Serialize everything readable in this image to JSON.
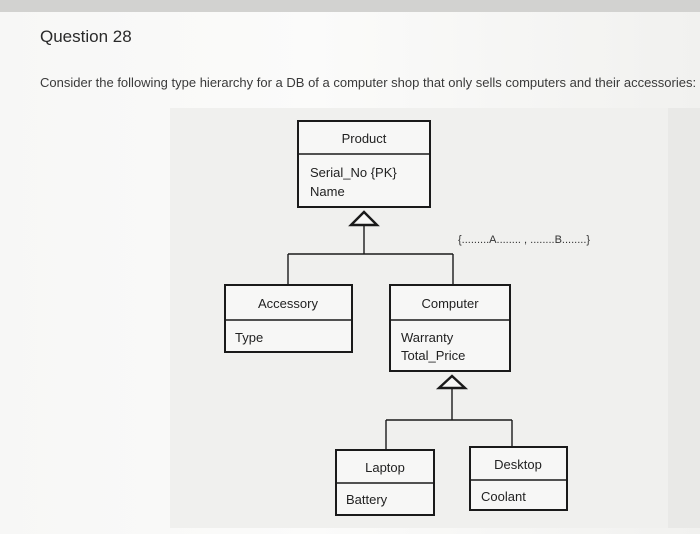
{
  "question": {
    "title": "Question 28",
    "text": "Consider the following type hierarchy for a DB of a computer shop that only sells computers and their accessories:"
  },
  "diagram": {
    "product": {
      "name": "Product",
      "attr1": "Serial_No {PK}",
      "attr2": "Name"
    },
    "constraint": "{.........A........ , ........B........}",
    "accessory": {
      "name": "Accessory",
      "attr1": "Type"
    },
    "computer": {
      "name": "Computer",
      "attr1": "Warranty",
      "attr2": "Total_Price"
    },
    "laptop": {
      "name": "Laptop",
      "attr1": "Battery"
    },
    "desktop": {
      "name": "Desktop",
      "attr1": "Coolant"
    }
  },
  "colors": {
    "line": "#1a1a1a",
    "box_fill": "#f7f7f6",
    "text": "#222222"
  }
}
